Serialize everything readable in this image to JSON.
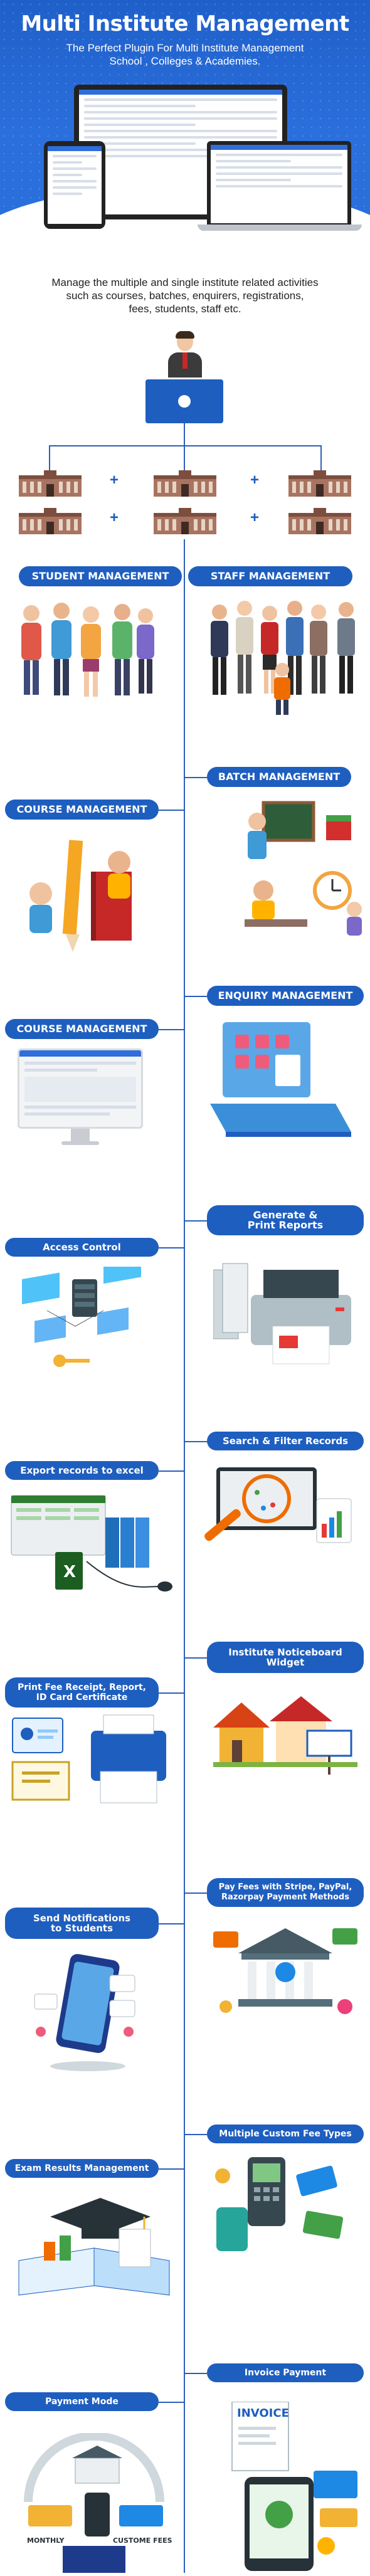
{
  "hero": {
    "title": "Multi Institute Management",
    "subtitle_line1": "The Perfect Plugin For Multi Institute Management",
    "subtitle_line2": "School , Colleges & Academies."
  },
  "intro": {
    "line1": "Manage the multiple and single institute related activities",
    "line2": "such as courses, batches, enquirers, registrations,",
    "line3": "fees, students, staff etc."
  },
  "features": {
    "student_management": "STUDENT MANAGEMENT",
    "staff_management": "STAFF MANAGEMENT",
    "batch_management": "BATCH MANAGEMENT",
    "course_management_1": "COURSE MANAGEMENT",
    "enquiry_management": "ENQUIRY MANAGEMENT",
    "course_management_2": "COURSE MANAGEMENT",
    "generate_print_reports_l1": "Generate &",
    "generate_print_reports_l2": "Print Reports",
    "access_control": "Access Control",
    "search_filter_records": "Search & Filter Records",
    "export_records": "Export records to excel",
    "noticeboard_widget_l1": "Institute Noticeboard",
    "noticeboard_widget_l2": "Widget",
    "print_fee_receipt_l1": "Print Fee Receipt, Report,",
    "print_fee_receipt_l2": "ID Card Certificate",
    "pay_fees_l1": "Pay Fees with  Stripe, PayPal,",
    "pay_fees_l2": "Razorpay Payment Methods",
    "send_notifications_l1": "Send Notifications",
    "send_notifications_l2": "to Students",
    "multiple_fee_types": "Multiple Custom Fee Types",
    "exam_results_management": "Exam Results Management",
    "invoice_payment": "Invoice Payment",
    "payment_mode": "Payment Mode"
  },
  "illustration_text": {
    "invoice": "INVOICE",
    "monthly": "MONTHLY",
    "custome_fees": "CUSTOME FEES"
  },
  "colors": {
    "brand_blue": "#1e5ebf",
    "hero_blue": "#2b6fdc",
    "line_blue": "#2b5fb8"
  }
}
